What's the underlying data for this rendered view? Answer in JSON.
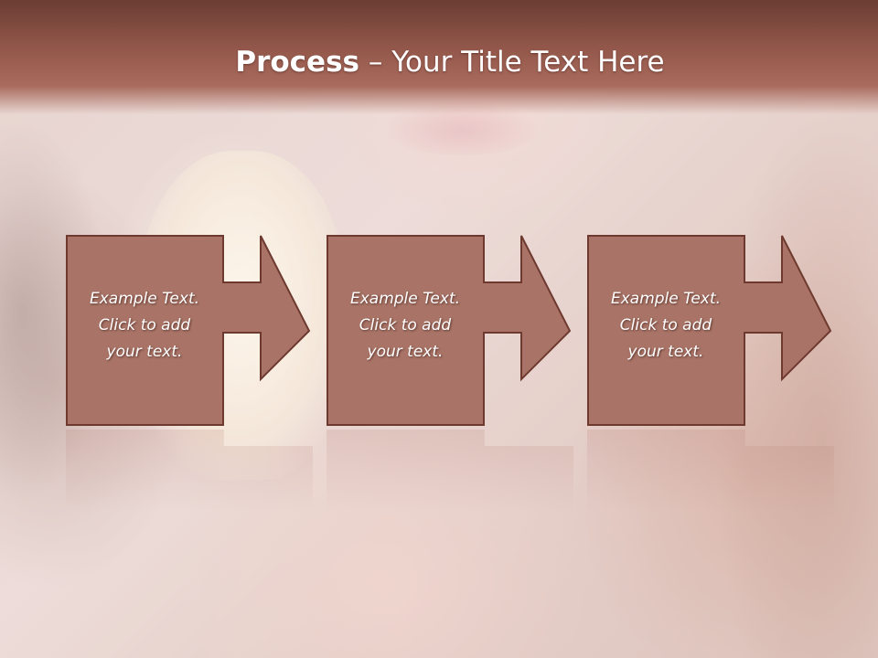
{
  "title": {
    "bold": "Process",
    "rest": " – Your Title Text Here"
  },
  "steps": [
    {
      "text": "Example Text.\nClick  to add\nyour text."
    },
    {
      "text": "Example Text.\nClick  to add\nyour text."
    },
    {
      "text": "Example Text.\nClick  to add\nyour text."
    }
  ],
  "colors": {
    "title_bar": "#9a5c4f",
    "box_fill": "#a97467",
    "box_border": "#6e3a30",
    "text": "#ffffff"
  }
}
